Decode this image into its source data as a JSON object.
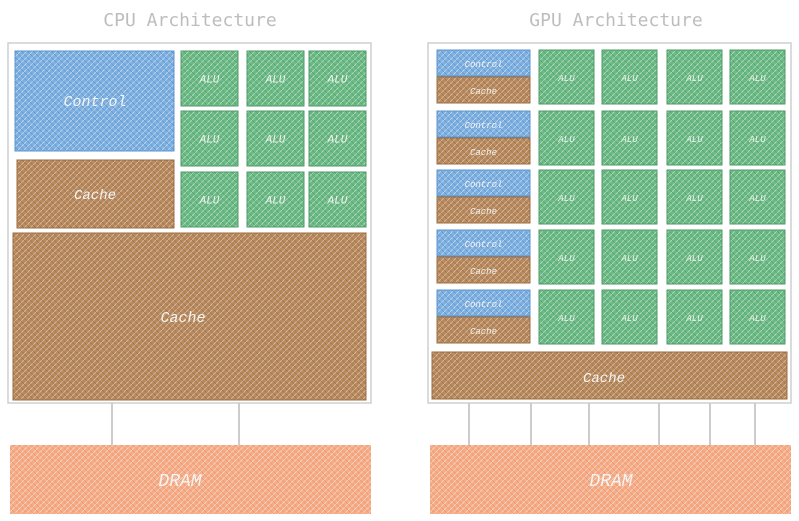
{
  "cpu": {
    "title": "CPU Architecture",
    "control_label": "Control",
    "cache_small_label": "Cache",
    "alu_label": "ALU",
    "cache_large_label": "Cache",
    "dram_label": "DRAM"
  },
  "gpu": {
    "title": "GPU Architecture",
    "control_label": "Control",
    "cache_row_label": "Cache",
    "alu_label": "ALU",
    "cache_label": "Cache",
    "dram_label": "DRAM"
  },
  "colors": {
    "control": "#6fa3d9",
    "cache": "#b9885a",
    "alu": "#5fb07a",
    "dram": "#f3a37b",
    "frame": "#cfcfcf",
    "title": "#bdbdbd"
  }
}
